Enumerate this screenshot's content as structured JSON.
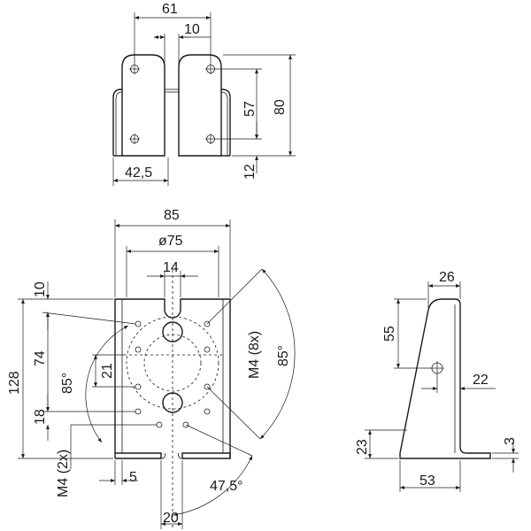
{
  "top_view": {
    "dim_width": "61",
    "dim_offset": "10",
    "dim_height_total": "80",
    "dim_height_hole": "57",
    "dim_base": "12",
    "dim_depth": "42,5"
  },
  "front_view": {
    "dim_width": "85",
    "dim_diameter": "ø75",
    "dim_slot": "14",
    "dim_height_total": "128",
    "dim_top": "10",
    "dim_hole_pitch": "74",
    "dim_center": "21",
    "dim_bottom": "18",
    "angle_left": "85°",
    "angle_right": "85°",
    "angle_bottom": "47,5°",
    "thread_main": "M4 (8x)",
    "thread_bottom": "M4 (2x)",
    "dim_offset_small": "5",
    "dim_slot_bottom": "20"
  },
  "side_view": {
    "dim_top": "26",
    "dim_height": "55",
    "dim_hole": "22",
    "dim_base_height": "23",
    "dim_thickness": "3",
    "dim_length": "53"
  }
}
